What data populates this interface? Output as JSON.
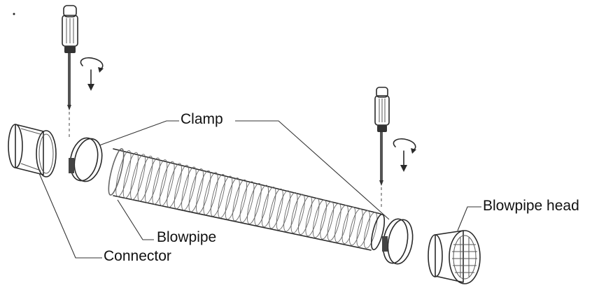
{
  "labels": {
    "clamp": "Clamp",
    "blowpipe": "Blowpipe",
    "connector": "Connector",
    "blowpipe_head": "Blowpipe head"
  },
  "colors": {
    "ink": "#2a2a2a",
    "background": "#ffffff"
  },
  "icons": [
    "screwdriver-icon",
    "rotate-arrow-icon"
  ]
}
